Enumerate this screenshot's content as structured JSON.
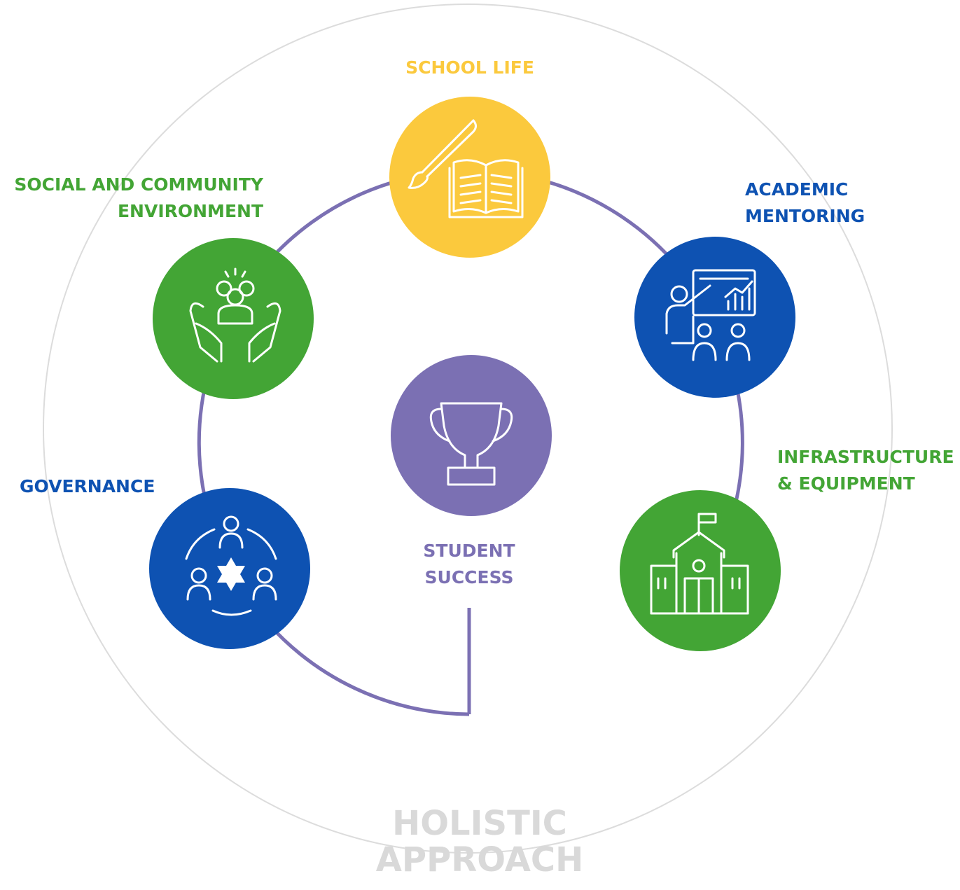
{
  "colors": {
    "outer_ring": "#dcdcdc",
    "inner_ring": "#7b70b3",
    "yellow": "#fbc93d",
    "green": "#43a535",
    "blue": "#0e52b2",
    "purple": "#7b70b3",
    "footer_text": "#d9d9d9"
  },
  "nodes": [
    {
      "id": "school-life",
      "icon": "paintbrush-book-icon",
      "color": "yellow",
      "label_lines": [
        "SCHOOL LIFE"
      ]
    },
    {
      "id": "academic-mentoring",
      "icon": "presentation-teacher-icon",
      "color": "blue",
      "label_lines": [
        "ACADEMIC",
        "MENTORING"
      ]
    },
    {
      "id": "infrastructure-equipment",
      "icon": "school-building-icon",
      "color": "green",
      "label_lines": [
        "INFRASTRUCTURE",
        "& EQUIPMENT"
      ]
    },
    {
      "id": "governance",
      "icon": "team-cycle-icon",
      "color": "blue",
      "label_lines": [
        "GOVERNANCE"
      ]
    },
    {
      "id": "social-community",
      "icon": "hands-community-icon",
      "color": "green",
      "label_lines": [
        "SOCIAL AND COMMUNITY",
        "ENVIRONMENT"
      ]
    }
  ],
  "center": {
    "icon": "trophy-icon",
    "color": "purple",
    "label_lines": [
      "STUDENT",
      "SUCCESS"
    ]
  },
  "footer": {
    "lines": [
      "HOLISTIC",
      "APPROACH"
    ]
  }
}
